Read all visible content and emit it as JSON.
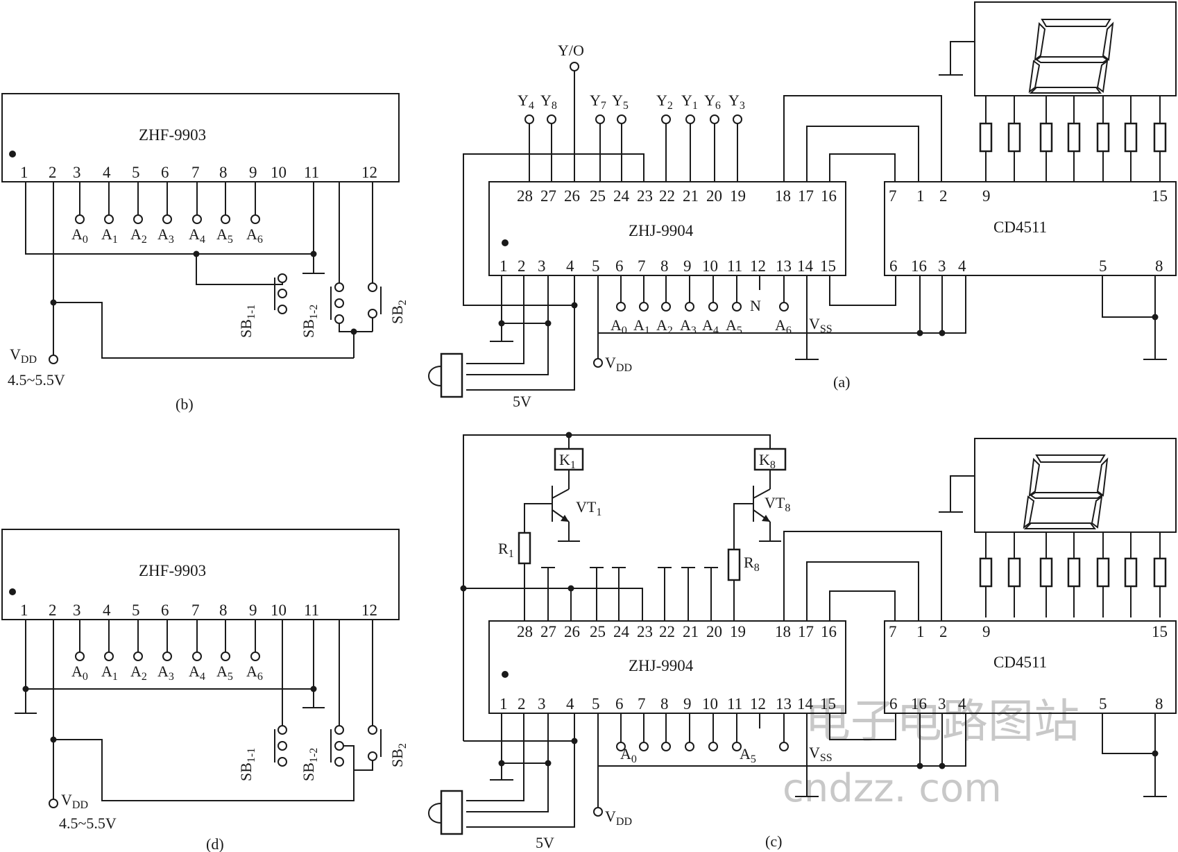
{
  "colors": {
    "ink": "#1a1a1a",
    "background": "#ffffff",
    "watermark": "#c8c8c8"
  },
  "watermark": {
    "line1": "电子电路图站",
    "line2": "cndzz. com"
  },
  "panel_b": {
    "caption": "(b)",
    "chip": "ZHF-9903",
    "pins": [
      "1",
      "2",
      "3",
      "4",
      "5",
      "6",
      "7",
      "8",
      "9",
      "10",
      "11",
      "12"
    ],
    "address_labels": [
      "A",
      "A",
      "A",
      "A",
      "A",
      "A",
      "A"
    ],
    "address_subs": [
      "0",
      "1",
      "2",
      "3",
      "4",
      "5",
      "6"
    ],
    "switch_sb1_1": {
      "main": "SB",
      "sub": "1-1"
    },
    "switch_sb1_2": {
      "main": "SB",
      "sub": "1-2"
    },
    "switch_sb2": {
      "main": "SB",
      "sub": "2"
    },
    "vdd": {
      "main": "V",
      "sub": "DD"
    },
    "voltage": "4.5~5.5V"
  },
  "panel_d": {
    "caption": "(d)",
    "chip": "ZHF-9903",
    "pins": [
      "1",
      "2",
      "3",
      "4",
      "5",
      "6",
      "7",
      "8",
      "9",
      "10",
      "11",
      "12"
    ],
    "address_labels": [
      "A",
      "A",
      "A",
      "A",
      "A",
      "A",
      "A"
    ],
    "address_subs": [
      "0",
      "1",
      "2",
      "3",
      "4",
      "5",
      "6"
    ],
    "switch_sb1_1": {
      "main": "SB",
      "sub": "1-1"
    },
    "switch_sb1_2": {
      "main": "SB",
      "sub": "1-2"
    },
    "switch_sb2": {
      "main": "SB",
      "sub": "2"
    },
    "vdd": {
      "main": "V",
      "sub": "DD"
    },
    "voltage": "4.5~5.5V"
  },
  "panel_a": {
    "caption": "(a)",
    "decoder": "ZHJ-9904",
    "driver": "CD4511",
    "top_pins": [
      "28",
      "27",
      "26",
      "25",
      "24",
      "23",
      "22",
      "21",
      "20",
      "19",
      "18",
      "17",
      "16"
    ],
    "bottom_pins": [
      "1",
      "2",
      "3",
      "4",
      "5",
      "6",
      "7",
      "8",
      "9",
      "10",
      "11",
      "12",
      "13",
      "14",
      "15"
    ],
    "cd_top_pins": [
      "7",
      "1",
      "2",
      "9",
      "15"
    ],
    "cd_bottom_pins": [
      "6",
      "16",
      "3",
      "4",
      "5",
      "8"
    ],
    "outputs": [
      {
        "main": "Y",
        "sub": "4"
      },
      {
        "main": "Y",
        "sub": "8"
      },
      {
        "main": "Y",
        "sub": "7"
      },
      {
        "main": "Y",
        "sub": "5"
      },
      {
        "main": "Y",
        "sub": "2"
      },
      {
        "main": "Y",
        "sub": "1"
      },
      {
        "main": "Y",
        "sub": "6"
      },
      {
        "main": "Y",
        "sub": "3"
      }
    ],
    "yo": "Y/O",
    "address_labels": [
      "A",
      "A",
      "A",
      "A",
      "A",
      "A"
    ],
    "address_subs": [
      "0",
      "1",
      "2",
      "3",
      "4",
      "5"
    ],
    "a6": {
      "main": "A",
      "sub": "6"
    },
    "n_label": "N",
    "vss": {
      "main": "V",
      "sub": "SS"
    },
    "vdd": {
      "main": "V",
      "sub": "DD"
    },
    "supply": "5V"
  },
  "panel_c": {
    "caption": "(c)",
    "decoder": "ZHJ-9904",
    "driver": "CD4511",
    "top_pins": [
      "28",
      "27",
      "26",
      "25",
      "24",
      "23",
      "22",
      "21",
      "20",
      "19",
      "18",
      "17",
      "16"
    ],
    "bottom_pins": [
      "1",
      "2",
      "3",
      "4",
      "5",
      "6",
      "7",
      "8",
      "9",
      "10",
      "11",
      "12",
      "13",
      "14",
      "15"
    ],
    "cd_top_pins": [
      "7",
      "1",
      "2",
      "9",
      "15"
    ],
    "cd_bottom_pins": [
      "6",
      "16",
      "3",
      "4",
      "5",
      "8"
    ],
    "relay1": {
      "main": "K",
      "sub": "1"
    },
    "relay8": {
      "main": "K",
      "sub": "8"
    },
    "transistor1": {
      "main": "VT",
      "sub": "1"
    },
    "transistor8": {
      "main": "VT",
      "sub": "8"
    },
    "resistor1": {
      "main": "R",
      "sub": "1"
    },
    "resistor8": {
      "main": "R",
      "sub": "8"
    },
    "a0": {
      "main": "A",
      "sub": "0"
    },
    "a5": {
      "main": "A",
      "sub": "5"
    },
    "vss": {
      "main": "V",
      "sub": "SS"
    },
    "vdd": {
      "main": "V",
      "sub": "DD"
    },
    "supply": "5V"
  }
}
